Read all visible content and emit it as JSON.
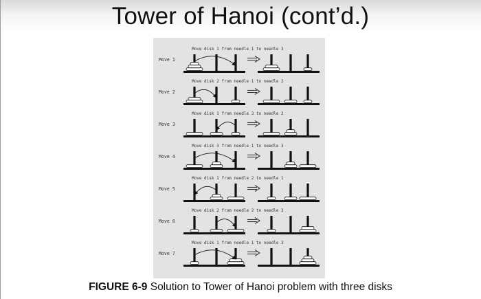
{
  "slide": {
    "title": "Tower of Hanoi (cont’d.)"
  },
  "figure": {
    "caption_label": "FIGURE 6-9",
    "caption_text": " Solution to Tower of Hanoi problem with three disks",
    "moves": [
      {
        "label": "Move 1",
        "caption": "Move disk 1 from needle 1 to needle 3",
        "disk": 1,
        "from": 1,
        "to": 3,
        "before": [
          [
            3,
            2,
            1
          ],
          [],
          []
        ],
        "after": [
          [
            3,
            2
          ],
          [],
          [
            1
          ]
        ]
      },
      {
        "label": "Move 2",
        "caption": "Move disk 2 from needle 1 to needle 2",
        "disk": 2,
        "from": 1,
        "to": 2,
        "before": [
          [
            3,
            2
          ],
          [],
          [
            1
          ]
        ],
        "after": [
          [
            3
          ],
          [
            2
          ],
          [
            1
          ]
        ]
      },
      {
        "label": "Move 3",
        "caption": "Move disk 1 from needle 3 to needle 2",
        "disk": 1,
        "from": 3,
        "to": 2,
        "before": [
          [
            3
          ],
          [
            2
          ],
          [
            1
          ]
        ],
        "after": [
          [
            3
          ],
          [
            2,
            1
          ],
          []
        ]
      },
      {
        "label": "Move 4",
        "caption": "Move disk 3 from needle 1 to needle 3",
        "disk": 3,
        "from": 1,
        "to": 3,
        "before": [
          [
            3
          ],
          [
            2,
            1
          ],
          []
        ],
        "after": [
          [],
          [
            2,
            1
          ],
          [
            3
          ]
        ]
      },
      {
        "label": "Move 5",
        "caption": "Move disk 1 from needle 2 to needle 1",
        "disk": 1,
        "from": 2,
        "to": 1,
        "before": [
          [],
          [
            2,
            1
          ],
          [
            3
          ]
        ],
        "after": [
          [
            1
          ],
          [
            2
          ],
          [
            3
          ]
        ]
      },
      {
        "label": "Move 6",
        "caption": "Move disk 2 from needle 2 to needle 3",
        "disk": 2,
        "from": 2,
        "to": 3,
        "before": [
          [
            1
          ],
          [
            2
          ],
          [
            3
          ]
        ],
        "after": [
          [
            1
          ],
          [],
          [
            3,
            2
          ]
        ]
      },
      {
        "label": "Move 7",
        "caption": "Move disk 1 from needle 1 to needle 3",
        "disk": 1,
        "from": 1,
        "to": 3,
        "before": [
          [
            1
          ],
          [],
          [
            3,
            2
          ]
        ],
        "after": [
          [],
          [],
          [
            3,
            2,
            1
          ]
        ]
      }
    ],
    "colors": {
      "panel_background": "#e3e3e3",
      "needle": "#111111",
      "disk_fill": "#ffffff",
      "disk_stroke": "#111111",
      "text": "#333333"
    }
  }
}
